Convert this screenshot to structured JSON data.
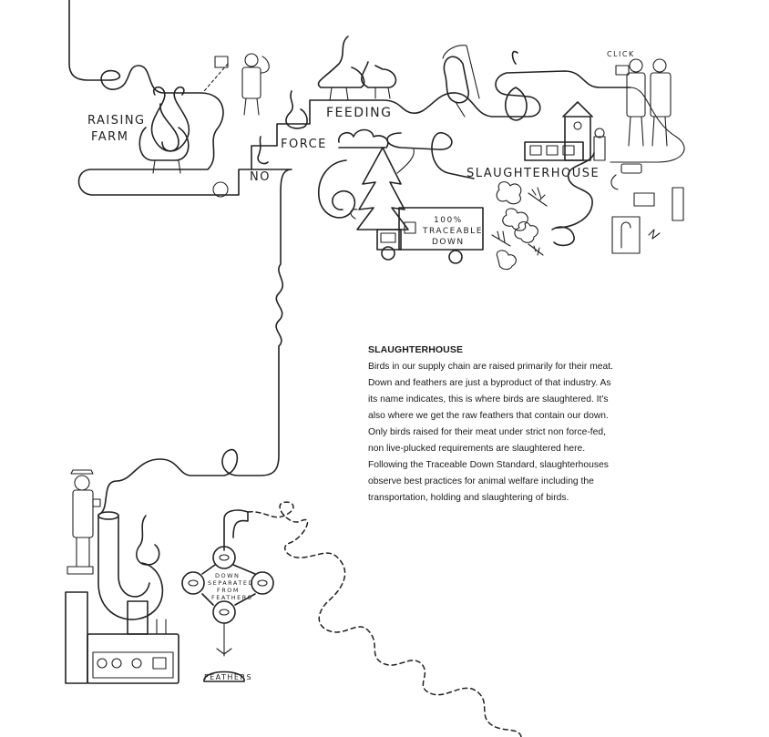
{
  "labels": {
    "raising_farm_line1": "RAISING",
    "raising_farm_line2": "FARM",
    "feeding": "FEEDING",
    "force": "FORCE",
    "no": "NO",
    "slaughterhouse": "SLAUGHTERHOUSE",
    "click": "CLICK",
    "truck_line1": "100%",
    "truck_line2": "TRACEABLE",
    "truck_line3": "DOWN",
    "sep_line1": "DOWN",
    "sep_line2": "SEPARATED",
    "sep_line3": "FROM",
    "sep_line4": "FEATHERS",
    "feathers": "FEATHERS"
  },
  "article": {
    "heading": "SLAUGHTERHOUSE",
    "body": "Birds in our supply chain are raised primarily for their meat. Down and feathers are just a byproduct of that industry. As its name indicates, this is where birds are slaughtered. It's also where we get the raw feathers that contain our down. Only birds raised for their meat under strict non force-fed, non live-plucked requirements are slaughtered here. Following the Traceable Down Standard, slaughterhouses observe best practices for animal welfare including the transportation, holding and slaughtering of birds."
  },
  "colors": {
    "ink": "#222222",
    "background": "#ffffff"
  }
}
